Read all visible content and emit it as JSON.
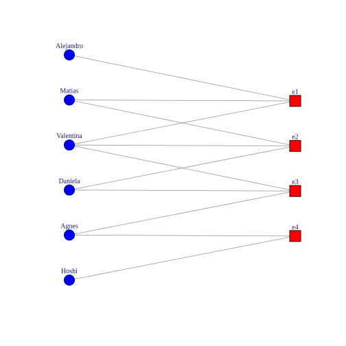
{
  "diagram": {
    "type": "bipartite-network",
    "colors": {
      "actor_fill": "#0000ff",
      "event_fill": "#ff0000",
      "edge": "#999999",
      "label": "#1a1a7a"
    },
    "actors": [
      {
        "id": "Alejandro",
        "label": "Alejandro"
      },
      {
        "id": "Matias",
        "label": "Matias"
      },
      {
        "id": "Valentina",
        "label": "Valentina"
      },
      {
        "id": "Daniela",
        "label": "Daniela"
      },
      {
        "id": "Agnes",
        "label": "Agnes"
      },
      {
        "id": "Hoshi",
        "label": "Hoshi"
      }
    ],
    "events": [
      {
        "id": "e1",
        "label": "e1"
      },
      {
        "id": "e2",
        "label": "e2"
      },
      {
        "id": "e3",
        "label": "e3"
      },
      {
        "id": "e4",
        "label": "e4"
      }
    ],
    "edges": [
      {
        "from": "Alejandro",
        "to": "e1"
      },
      {
        "from": "Matias",
        "to": "e1"
      },
      {
        "from": "Matias",
        "to": "e2"
      },
      {
        "from": "Valentina",
        "to": "e1"
      },
      {
        "from": "Valentina",
        "to": "e2"
      },
      {
        "from": "Valentina",
        "to": "e3"
      },
      {
        "from": "Daniela",
        "to": "e2"
      },
      {
        "from": "Daniela",
        "to": "e3"
      },
      {
        "from": "Agnes",
        "to": "e3"
      },
      {
        "from": "Agnes",
        "to": "e4"
      },
      {
        "from": "Hoshi",
        "to": "e4"
      }
    ]
  }
}
